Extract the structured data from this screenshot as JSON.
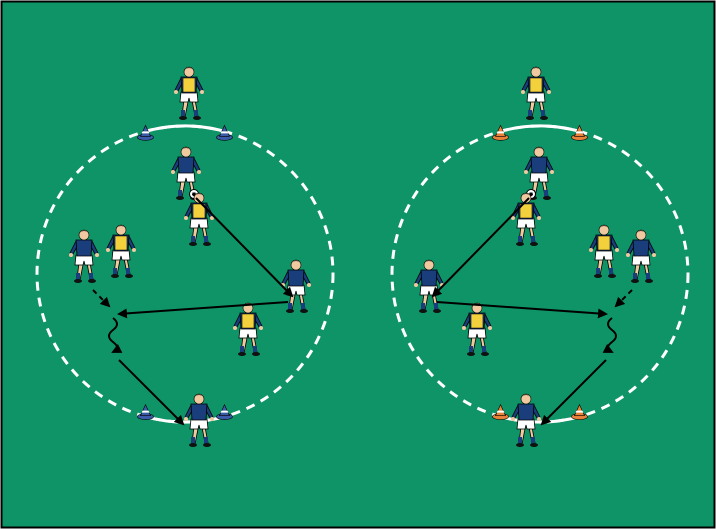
{
  "colors": {
    "pitch": "#0e9466",
    "pitch_border": "#000000",
    "line": "#ffffff",
    "arrow": "#000000",
    "blue_shirt": "#1a3d7c",
    "yellow_bib": "#f2d13d",
    "shorts": "#ffffff",
    "skin": "#f0c9a0",
    "hair": "#2b1a0e",
    "cone_blue": "#3b5aa8",
    "cone_orange": "#e8823a"
  },
  "drill_left": {
    "cones": "blue",
    "gates": "white-line",
    "circle": "dashed-white",
    "ball": "yes",
    "sequence": [
      "pass",
      "pass",
      "dribble",
      "pass"
    ]
  },
  "drill_right": {
    "cones": "orange",
    "gates": "white-line",
    "circle": "dashed-white",
    "ball": "yes",
    "sequence": [
      "pass",
      "pass",
      "dribble",
      "pass"
    ]
  }
}
